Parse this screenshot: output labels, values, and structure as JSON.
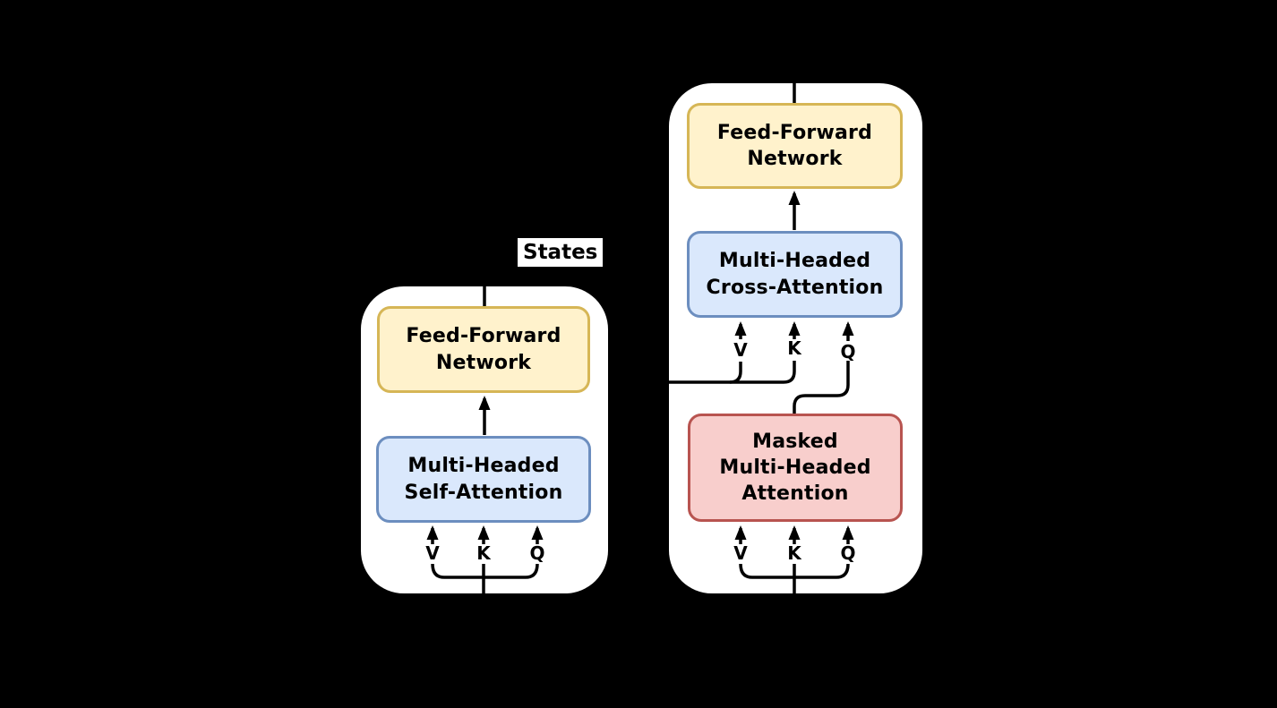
{
  "diagram": {
    "states_label": "States",
    "encoder": {
      "feed_forward_label": "Feed-Forward\nNetwork",
      "self_attention_label": "Multi-Headed\nSelf-Attention",
      "inputs": {
        "v": "V",
        "k": "K",
        "q": "Q"
      }
    },
    "decoder": {
      "feed_forward_label": "Feed-Forward\nNetwork",
      "cross_attention_label": "Multi-Headed\nCross-Attention",
      "masked_attention_label": "Masked\nMulti-Headed\nAttention",
      "cross_attention_inputs": {
        "v": "V",
        "k": "K",
        "q": "Q"
      },
      "inputs": {
        "v": "V",
        "k": "K",
        "q": "Q"
      }
    }
  },
  "colors": {
    "background": "#000000",
    "panel_fill": "#FFFFFF",
    "connector": "#000000",
    "text": "#000000",
    "ffn_fill": "#FFF2CC",
    "ffn_stroke": "#D6B656",
    "attention_fill": "#DAE8FC",
    "attention_stroke": "#6C8EBF",
    "masked_fill": "#F8CECC",
    "masked_stroke": "#B85450"
  }
}
